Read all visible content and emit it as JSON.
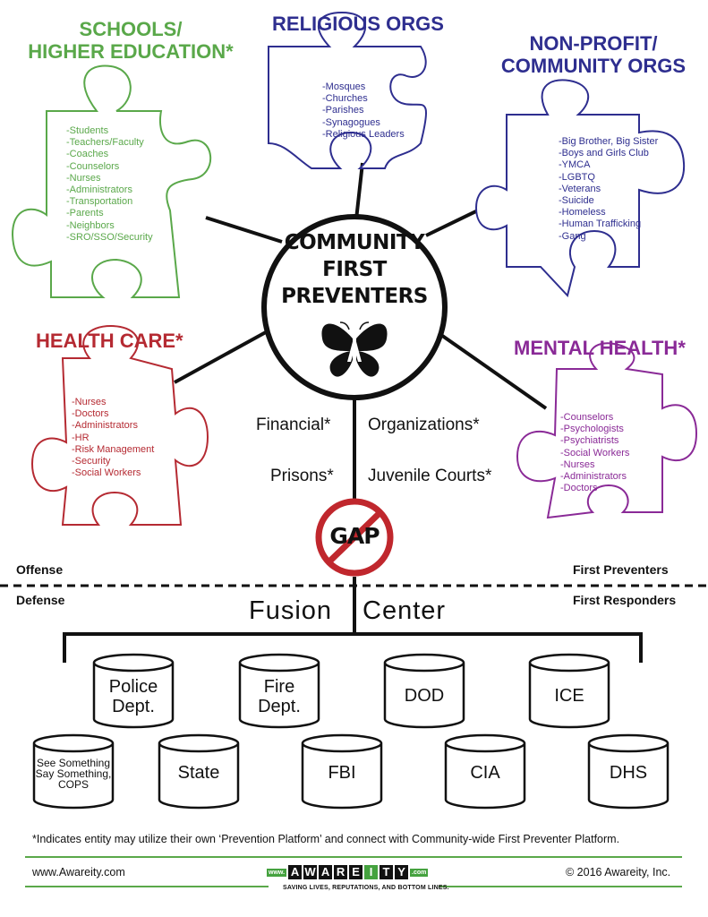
{
  "center": {
    "lines": [
      "COMMUNITY",
      "FIRST",
      "PREVENTERS"
    ],
    "logo": "butterfly-a-logo"
  },
  "schools": {
    "title_line1": "SCHOOLS/",
    "title_line2": "HIGHER EDUCATION*",
    "items": [
      "-Students",
      "-Teachers/Faculty",
      "-Coaches",
      "-Counselors",
      "-Nurses",
      "-Administrators",
      "-Transportation",
      "-Parents",
      "-Neighbors",
      "-SRO/SSO/Security"
    ],
    "color": "#5aa84a"
  },
  "religious": {
    "title": "RELIGIOUS ORGS",
    "items": [
      "-Mosques",
      "-Churches",
      "-Parishes",
      "-Synagogues",
      "-Religious Leaders"
    ],
    "color": "#2e2e8f"
  },
  "nonprofit": {
    "title_line1": "NON-PROFIT/",
    "title_line2": "COMMUNITY ORGS",
    "items": [
      "-Big Brother, Big Sister",
      "-Boys and Girls Club",
      "-YMCA",
      "-LGBTQ",
      "-Veterans",
      "-Suicide",
      "-Homeless",
      "-Human Trafficking",
      "-Gang"
    ],
    "color": "#2e2e8f"
  },
  "healthcare": {
    "title": "HEALTH CARE*",
    "items": [
      "-Nurses",
      "-Doctors",
      "-Administrators",
      "-HR",
      "-Risk Management",
      "-Security",
      "-Social Workers"
    ],
    "color": "#b52a32"
  },
  "mentalhealth": {
    "title": "MENTAL HEALTH*",
    "items": [
      "-Counselors",
      "-Psychologists",
      "-Psychiatrists",
      "-Social Workers",
      "-Nurses",
      "-Administrators",
      "-Doctors"
    ],
    "color": "#8a2a97"
  },
  "categories": {
    "financial": "Financial*",
    "organizations": "Organizations*",
    "prisons": "Prisons*",
    "juvenile": "Juvenile Courts*"
  },
  "gap": {
    "label": "GAP"
  },
  "divider": {
    "offense": "Offense",
    "defense": "Defense",
    "first_preventers": "First Preventers",
    "first_responders": "First Responders"
  },
  "fusion_center": {
    "left": "Fusion",
    "right": "Center"
  },
  "databases_row1": [
    {
      "line1": "Police",
      "line2": "Dept."
    },
    {
      "line1": "Fire",
      "line2": "Dept."
    },
    {
      "line1": "DOD",
      "line2": ""
    },
    {
      "line1": "ICE",
      "line2": ""
    }
  ],
  "databases_row2": [
    {
      "line1": "See Something",
      "line2": "Say Something,",
      "line3": "COPS"
    },
    {
      "line1": "State"
    },
    {
      "line1": "FBI"
    },
    {
      "line1": "CIA"
    },
    {
      "line1": "DHS"
    }
  ],
  "footnote": "*Indicates entity may utilize their own ‘Prevention Platform’ and connect with Community-wide First Preventer Platform.",
  "footer": {
    "website": "www.Awareity.com",
    "copyright": "© 2016 Awareity, Inc.",
    "logo_www": "www.",
    "logo_letters": [
      "A",
      "W",
      "A",
      "R",
      "E",
      "I",
      "T",
      "Y"
    ],
    "logo_com": ".com",
    "tagline": "SAVING LIVES, REPUTATIONS, AND BOTTOM LINES.",
    "accent": "#45a23f"
  }
}
